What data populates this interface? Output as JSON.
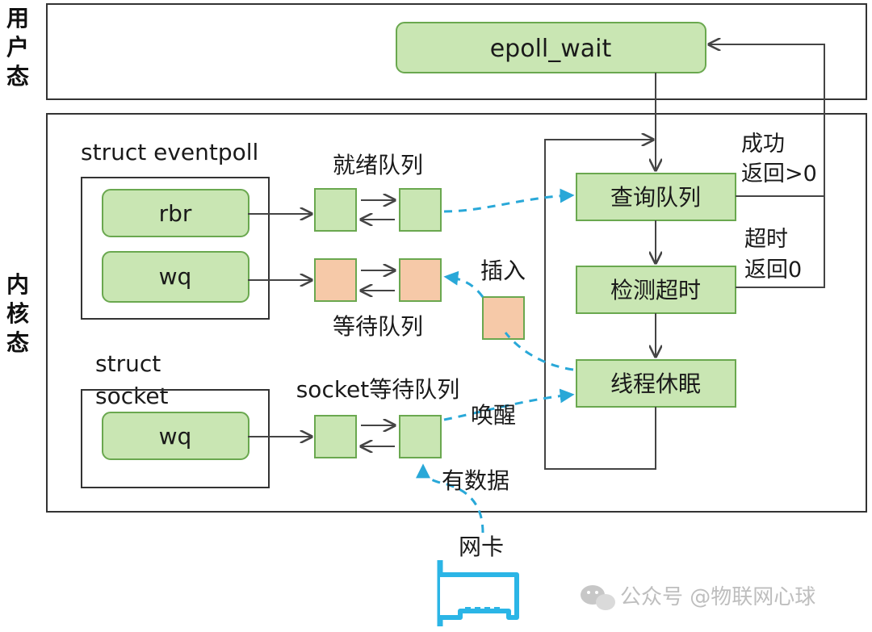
{
  "zones": {
    "user": [
      "用",
      "户",
      "态"
    ],
    "kernel": [
      "内",
      "核",
      "态"
    ]
  },
  "nodes": {
    "epoll_wait": "epoll_wait",
    "eventpoll_title": "struct eventpoll",
    "rbr": "rbr",
    "wq": "wq",
    "socket_title_line1": "struct",
    "socket_title_line2": "socket",
    "socket_wq": "wq",
    "ready_list": "就绪队列",
    "wait_queue": "等待队列",
    "socket_wait_queue": "socket等待队列",
    "query_queue": "查询队列",
    "check_timeout": "检测超时",
    "thread_sleep": "线程休眠",
    "nic": "网卡"
  },
  "labels": {
    "success_line1": "成功",
    "success_line2": "返回>0",
    "timeout_line1": "超时",
    "timeout_line2": "返回0",
    "insert": "插入",
    "wakeup": "唤醒",
    "has_data": "有数据"
  },
  "colors": {
    "green_fill": "#c9e6b3",
    "green_border": "#6aa84f",
    "peach_fill": "#f6c9a8",
    "dashed_arrow": "#29a8d8",
    "nic_blue": "#2bb5e6"
  },
  "watermark": "公众号 @物联网心球"
}
